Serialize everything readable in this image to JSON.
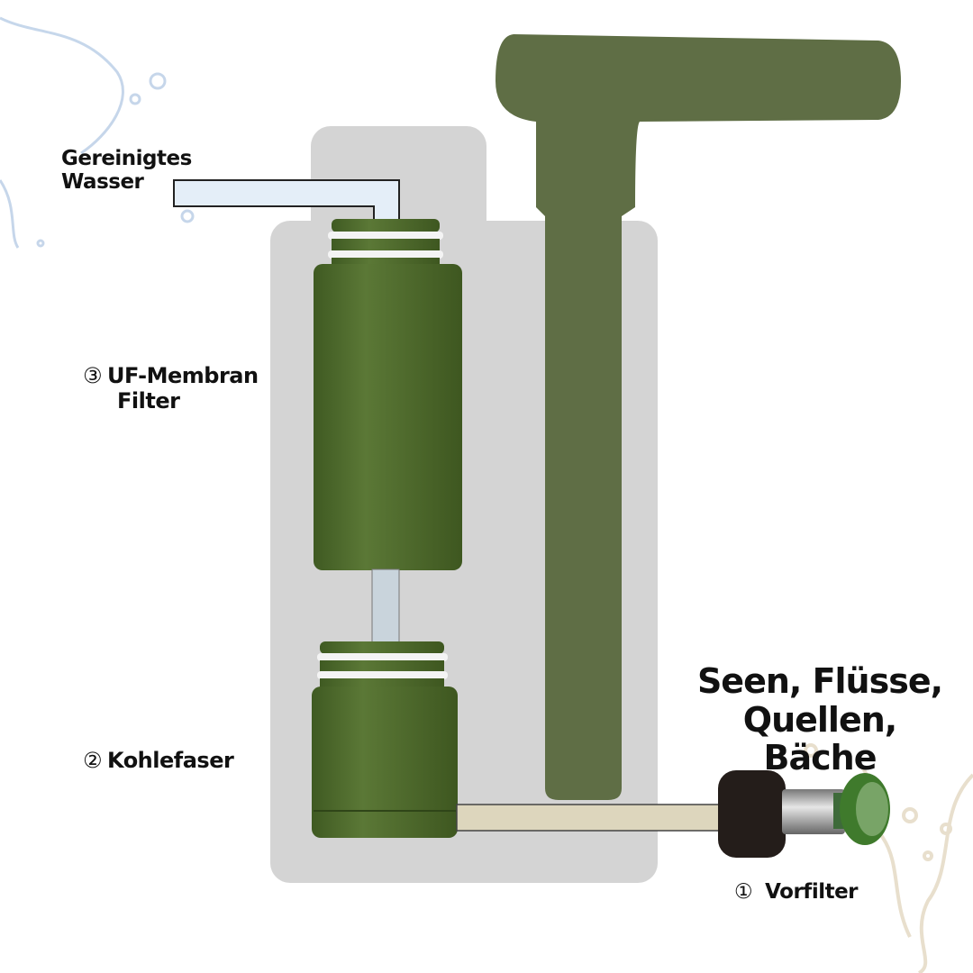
{
  "labels": {
    "outlet": {
      "line1": "Gereinigtes",
      "line2": "Wasser"
    },
    "stage3": {
      "number": "③",
      "line1": "UF-Membran",
      "line2": "Filter"
    },
    "stage2": {
      "number": "②",
      "text": "Kohlefaser"
    },
    "stage1": {
      "number": "①",
      "text": "Vorfilter"
    },
    "source": {
      "line1": "Seen, Flüsse,",
      "line2": "Quellen, Bäche"
    }
  },
  "colors": {
    "housing": "#d4d4d4",
    "pump_green": "#5f6e45",
    "filter_green": "#4f6a2c",
    "outlet_water": "#e4eef8",
    "intake_tube": "#ddd6bd",
    "prefilter_sponge": "#241d1a"
  }
}
